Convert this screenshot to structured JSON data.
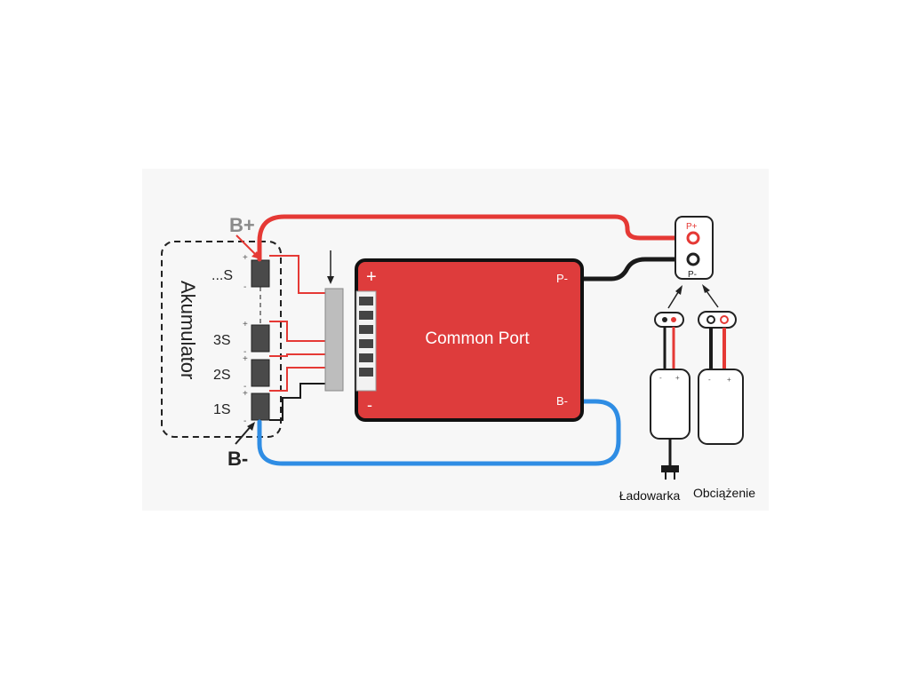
{
  "battery": {
    "title": "Akumulator",
    "b_plus": "B+",
    "b_minus": "B-",
    "cells": [
      "...S",
      "3S",
      "2S",
      "1S"
    ],
    "plus_sign": "+",
    "minus_sign": "-"
  },
  "bms": {
    "title": "Common Port",
    "plus": "+",
    "minus": "-",
    "p_minus": "P-",
    "b_minus": "B-"
  },
  "port": {
    "p_plus": "P+",
    "p_minus": "P-"
  },
  "devices": {
    "charger": "Ładowarka",
    "load": "Obciążenie"
  },
  "colors": {
    "positive_wire": "#e53935",
    "negative_wire": "#1a1a1a",
    "b_minus_wire": "#2f8de4",
    "board": "#de3c3c",
    "board_border": "#111111",
    "label_gray": "#8a8a8a"
  }
}
